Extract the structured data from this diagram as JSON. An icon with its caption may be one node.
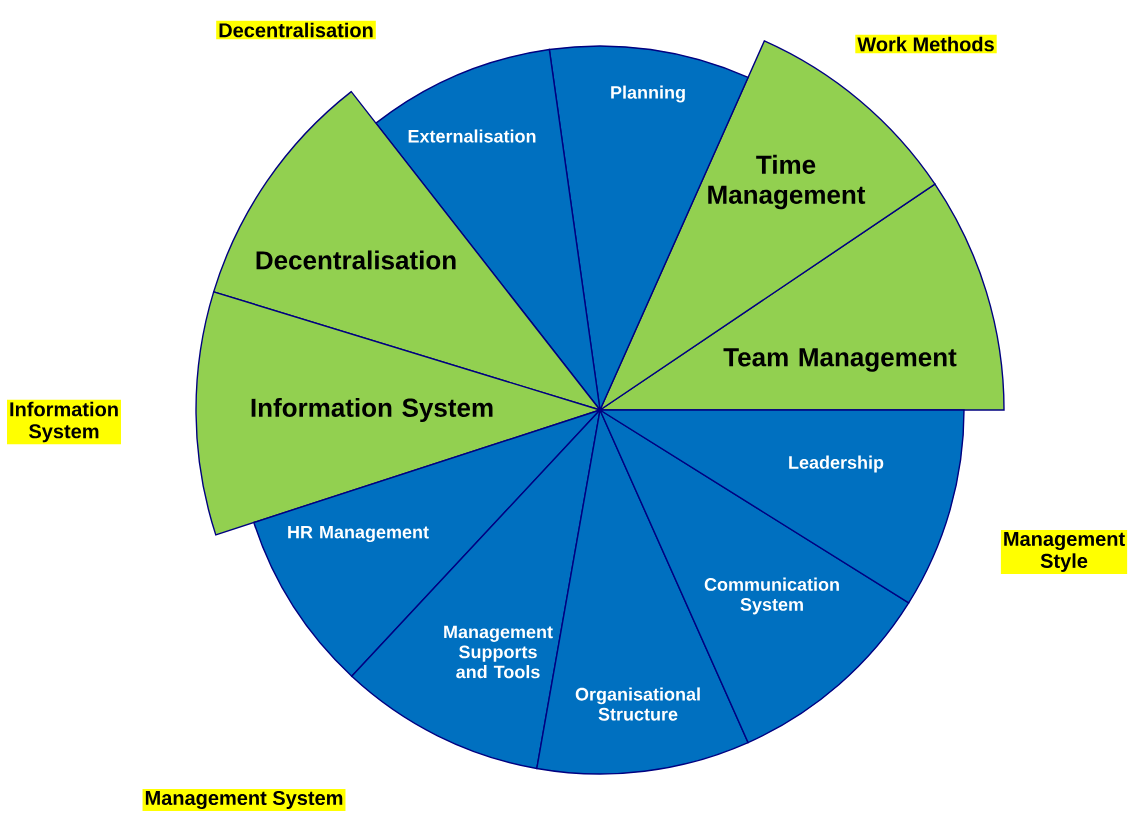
{
  "diagram": {
    "nodes": [
      {
        "text": [
          "Team Management"
        ]
      },
      {
        "text": [
          "Time Management"
        ]
      },
      {
        "text": [
          "Planning"
        ]
      },
      {
        "text": [
          "Externalisation"
        ]
      },
      {
        "text": [
          "Decentralisation"
        ]
      },
      {
        "text": [
          "Information System"
        ]
      },
      {
        "text": [
          "HR Management"
        ]
      },
      {
        "text": [
          "Management Supports and Tools"
        ]
      },
      {
        "text": [
          "Organisational Structure"
        ]
      },
      {
        "text": [
          "Communication System"
        ]
      },
      {
        "text": [
          "Leadership"
        ]
      }
    ],
    "labels": [
      "Decentralisation",
      "Work Methods",
      "Information System",
      "Management Style",
      "Management System"
    ]
  }
}
